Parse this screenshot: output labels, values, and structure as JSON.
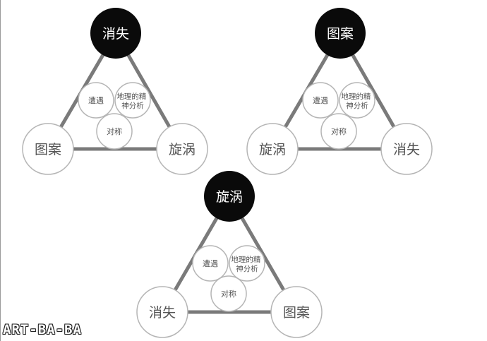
{
  "diagrams": [
    {
      "top": "消失",
      "left": "图案",
      "right": "旋涡",
      "inner": {
        "a": "遭遇",
        "b": "地理的精神分析",
        "c": "对称"
      }
    },
    {
      "top": "图案",
      "left": "旋涡",
      "right": "消失",
      "inner": {
        "a": "遭遇",
        "b": "地理的精神分析",
        "c": "对称"
      }
    },
    {
      "top": "旋涡",
      "left": "消失",
      "right": "图案",
      "inner": {
        "a": "遭遇",
        "b": "地理的精神分析",
        "c": "对称"
      }
    }
  ],
  "watermark": "ART-BA-BA",
  "colors": {
    "edge": "#7a7a7a",
    "circle_stroke": "#b5b5b5",
    "top_fill": "#0a0a0a",
    "text": "#555555"
  }
}
